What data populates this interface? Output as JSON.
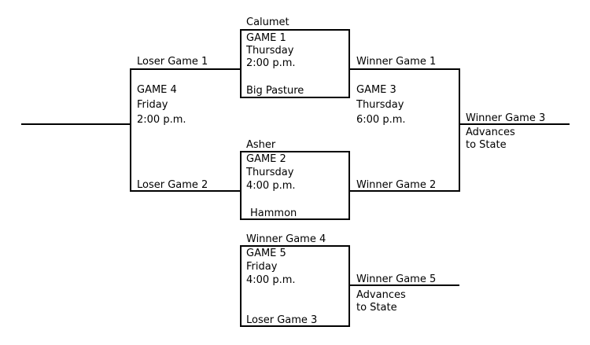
{
  "colors": {
    "line": "#000000",
    "text": "#000000",
    "background": "#ffffff"
  },
  "game1": {
    "top_team": "Calumet",
    "title": "GAME 1",
    "day": "Thursday",
    "time": "2:00 p.m.",
    "bottom_team": "Big Pasture"
  },
  "game2": {
    "top_team": "Asher",
    "title": "GAME 2",
    "day": "Thursday",
    "time": "4:00 p.m.",
    "bottom_team": "Hammon"
  },
  "game3": {
    "top_label": "Winner Game 1",
    "title": "GAME 3",
    "day": "Thursday",
    "time": "6:00 p.m.",
    "bottom_label": "Winner Game 2",
    "result_label": "Winner Game 3",
    "result_note_line1": "Advances",
    "result_note_line2": "to State"
  },
  "game4": {
    "top_label": "Loser Game 1",
    "title": "GAME 4",
    "day": "Friday",
    "time": "2:00 p.m.",
    "bottom_label": "Loser Game 2"
  },
  "game5": {
    "top_team": "Winner Game 4",
    "title": "GAME 5",
    "day": "Friday",
    "time": "4:00 p.m.",
    "bottom_team": "Loser Game 3",
    "result_label": "Winner Game 5",
    "result_note_line1": "Advances",
    "result_note_line2": "to State"
  }
}
